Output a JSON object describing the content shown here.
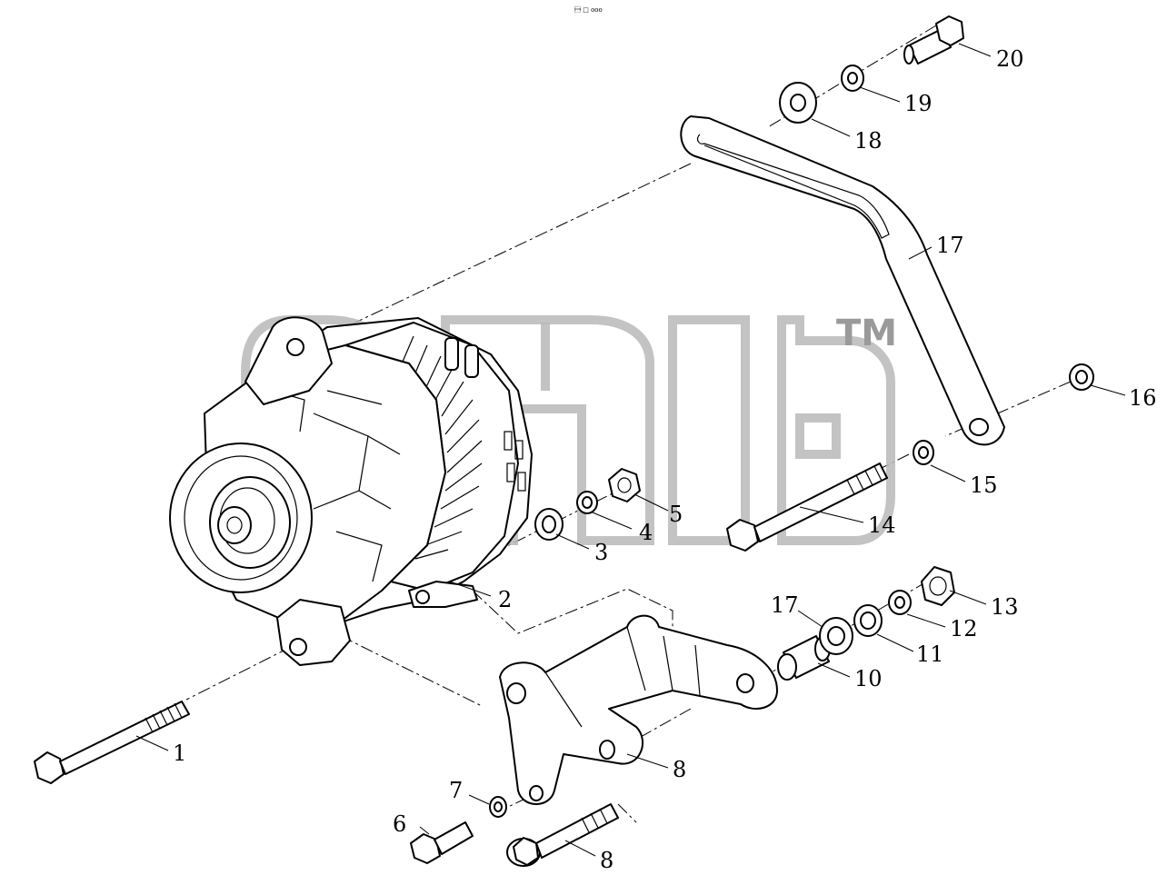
{
  "header": {
    "tiny_mark": "\u0016 □ ooo"
  },
  "watermark": {
    "trademark": "TM"
  },
  "callouts": [
    {
      "id": "c1",
      "label": "1"
    },
    {
      "id": "c2",
      "label": "2"
    },
    {
      "id": "c3",
      "label": "3"
    },
    {
      "id": "c4",
      "label": "4"
    },
    {
      "id": "c5",
      "label": "5"
    },
    {
      "id": "c6",
      "label": "6"
    },
    {
      "id": "c7",
      "label": "7"
    },
    {
      "id": "c8a",
      "label": "8"
    },
    {
      "id": "c8b",
      "label": "8"
    },
    {
      "id": "c10",
      "label": "10"
    },
    {
      "id": "c11",
      "label": "11"
    },
    {
      "id": "c12",
      "label": "12"
    },
    {
      "id": "c13",
      "label": "13"
    },
    {
      "id": "c14",
      "label": "14"
    },
    {
      "id": "c15",
      "label": "15"
    },
    {
      "id": "c16",
      "label": "16"
    },
    {
      "id": "c17a",
      "label": "17"
    },
    {
      "id": "c17b",
      "label": "17"
    },
    {
      "id": "c18",
      "label": "18"
    },
    {
      "id": "c19",
      "label": "19"
    },
    {
      "id": "c20",
      "label": "20"
    }
  ]
}
